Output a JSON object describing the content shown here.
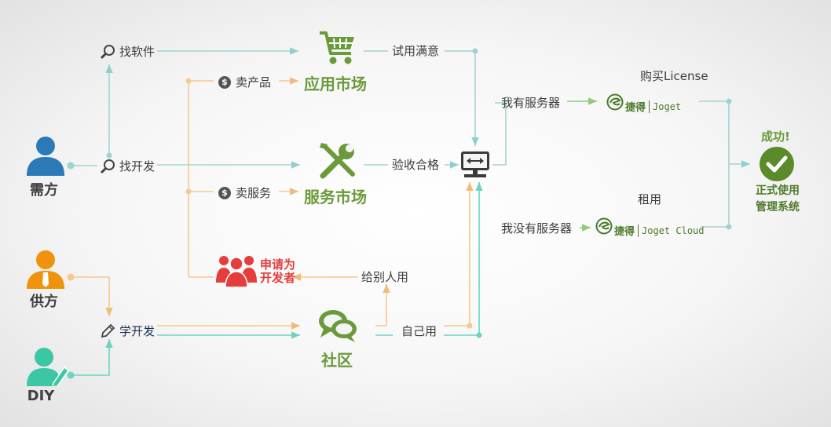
{
  "actors": {
    "demand": "需方",
    "supply": "供方",
    "diy": "DIY"
  },
  "actions": {
    "find_software": "找软件",
    "find_dev": "找开发",
    "learn_dev": "学开发",
    "sell_product": "卖产品",
    "sell_service": "卖服务",
    "coin_symbol": "$"
  },
  "markets": {
    "app": "应用市场",
    "service": "服务市场",
    "community": "社区"
  },
  "developer": {
    "line1": "申请为",
    "line2": "开发者"
  },
  "outcomes": {
    "trial": "试用满意",
    "accept": "验收合格",
    "for_others": "给别人用",
    "for_self": "自己用"
  },
  "servers": {
    "have": "我有服务器",
    "have_not": "我没有服务器",
    "buy": "购买License",
    "rent": "租用"
  },
  "products": {
    "brand_cn": "捷得",
    "joget": "Joget",
    "joget_cloud": "Joget Cloud"
  },
  "success": {
    "title": "成功!",
    "line1": "正式使用",
    "line2": "管理系统"
  },
  "colors": {
    "teal": "#9fd3d3",
    "orange": "#f5c98e",
    "green": "#6a9a3a",
    "red": "#e53c3c",
    "blue": "#2c79b8",
    "amber": "#f0930c",
    "mint": "#3cc7a4"
  }
}
